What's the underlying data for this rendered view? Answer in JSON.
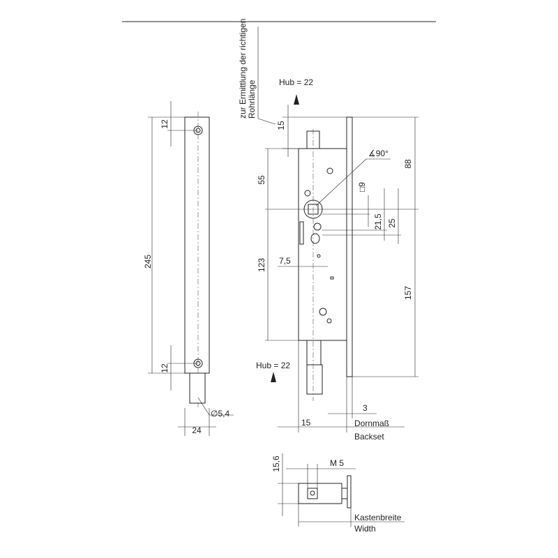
{
  "title_note": {
    "line1": "zur Ermittlung der richtigen",
    "line2": "Rohrlänge"
  },
  "side_view": {
    "dim_total": "245",
    "dim_top": "12",
    "dim_bottom": "12",
    "dim_hole": "∅5,4",
    "dim_width": "24"
  },
  "front_view": {
    "stroke_top": "Hub = 22",
    "stroke_bottom": "Hub = 22",
    "dim_bolt": "15",
    "dim_upper": "55",
    "dim_lower": "123",
    "dim_offset": "7,5",
    "angle": "∡90°",
    "square": "□9",
    "dim_21_5": "21,5",
    "dim_25": "25",
    "dim_88": "88",
    "dim_157": "157",
    "dim_plate": "3",
    "dim_backset": "15",
    "backset_de": "Dornmaß",
    "backset_en": "Backset"
  },
  "bottom_view": {
    "dim_height": "15,6",
    "thread": "M 5",
    "width_de": "Kastenbreite",
    "width_en": "Width"
  }
}
